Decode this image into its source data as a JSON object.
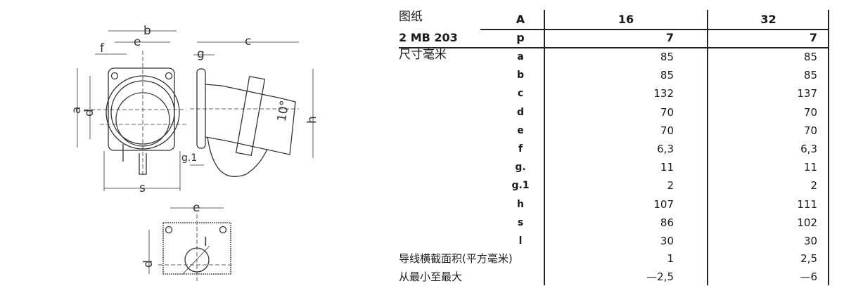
{
  "drawing": {
    "labels": {
      "a": "a",
      "b": "b",
      "c": "c",
      "d": "d",
      "e": "e",
      "f": "f",
      "g": "g",
      "g1": "g.1",
      "h": "h",
      "s": "s",
      "l": "l",
      "angle": "10°"
    }
  },
  "table": {
    "title": "图纸",
    "model": "2 MB 203",
    "dims_label": "尺寸毫米",
    "header_param_A": "A",
    "header_param_p": "p",
    "columns": [
      {
        "A": "16",
        "p": "7"
      },
      {
        "A": "32",
        "p": "7"
      }
    ],
    "rows": [
      {
        "param": "a",
        "v16": "85",
        "v32": "85"
      },
      {
        "param": "b",
        "v16": "85",
        "v32": "85"
      },
      {
        "param": "c",
        "v16": "132",
        "v32": "137"
      },
      {
        "param": "d",
        "v16": "70",
        "v32": "70"
      },
      {
        "param": "e",
        "v16": "70",
        "v32": "70"
      },
      {
        "param": "f",
        "v16": "6,3",
        "v32": "6,3"
      },
      {
        "param": "g.",
        "v16": "11",
        "v32": "11"
      },
      {
        "param": "g.1",
        "v16": "2",
        "v32": "2"
      },
      {
        "param": "h",
        "v16": "107",
        "v32": "111"
      },
      {
        "param": "s",
        "v16": "86",
        "v32": "102"
      },
      {
        "param": "l",
        "v16": "30",
        "v32": "30"
      }
    ],
    "cross_section": {
      "label": "导线横截面积(平方毫米)",
      "v16": "1",
      "v32": "2,5"
    },
    "range": {
      "label": "从最小至最大",
      "v16": "—2,5",
      "v32": "—6"
    }
  }
}
